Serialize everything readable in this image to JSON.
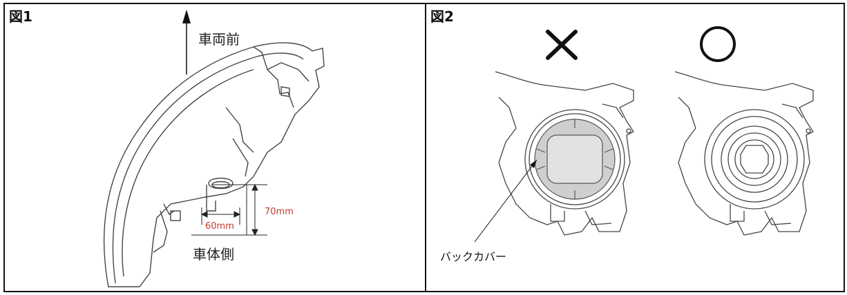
{
  "figure1": {
    "label": "図1",
    "direction_front": "車両前",
    "direction_body": "車体側",
    "dim_horizontal": "60mm",
    "dim_vertical": "70mm",
    "dim_color": "#c0392b"
  },
  "figure2": {
    "label": "図2",
    "wrong_mark": "×",
    "right_mark": "○",
    "callout": "バックカバー",
    "cover_color": "#cfcfcf"
  }
}
